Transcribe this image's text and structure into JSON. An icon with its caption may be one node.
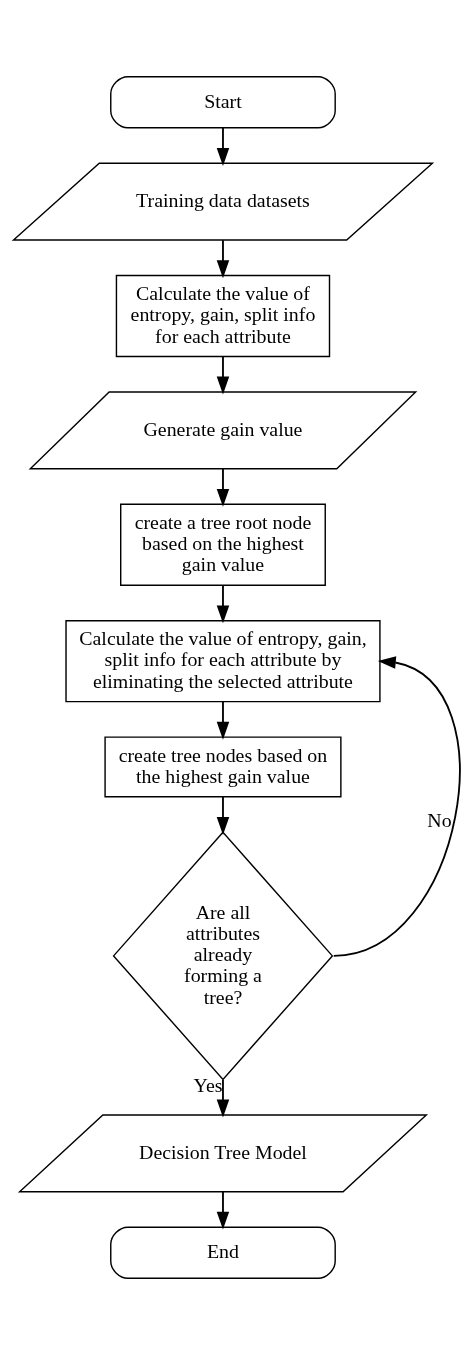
{
  "diagram": {
    "nodes": [
      {
        "text": [
          "Start"
        ]
      },
      {
        "text": [
          "Training data datasets"
        ]
      },
      {
        "text": [
          "Calculate the value of entropy, gain, split info for each attribute"
        ]
      },
      {
        "text": [
          "Generate gain value"
        ]
      },
      {
        "text": [
          "create a tree root node based on the highest gain value"
        ]
      },
      {
        "text": [
          "Calculate the value of entropy, gain, split info for each attribute by eliminating the selected attribute"
        ]
      },
      {
        "text": [
          "create tree nodes based on the highest gain value"
        ]
      },
      {
        "text": [
          "Are all attributes already forming a tree?"
        ]
      },
      {
        "text": [
          "Decision Tree Model"
        ]
      },
      {
        "text": [
          "End"
        ]
      }
    ],
    "edges": [
      {
        "from": 0,
        "to": 1,
        "arrow": "to"
      },
      {
        "from": 1,
        "to": 2,
        "arrow": "to"
      },
      {
        "from": 2,
        "to": 3,
        "arrow": "to"
      },
      {
        "from": 3,
        "to": 4,
        "arrow": "to"
      },
      {
        "from": 4,
        "to": 5,
        "arrow": "to"
      },
      {
        "from": 5,
        "to": 6,
        "arrow": "to"
      },
      {
        "from": 6,
        "to": 7,
        "arrow": "to"
      },
      {
        "from": 7,
        "to": 8,
        "label": "Yes",
        "arrow": "to"
      },
      {
        "from": 7,
        "to": 5,
        "label": "No",
        "arrow": "to"
      },
      {
        "from": 8,
        "to": 9,
        "arrow": "to"
      }
    ]
  }
}
